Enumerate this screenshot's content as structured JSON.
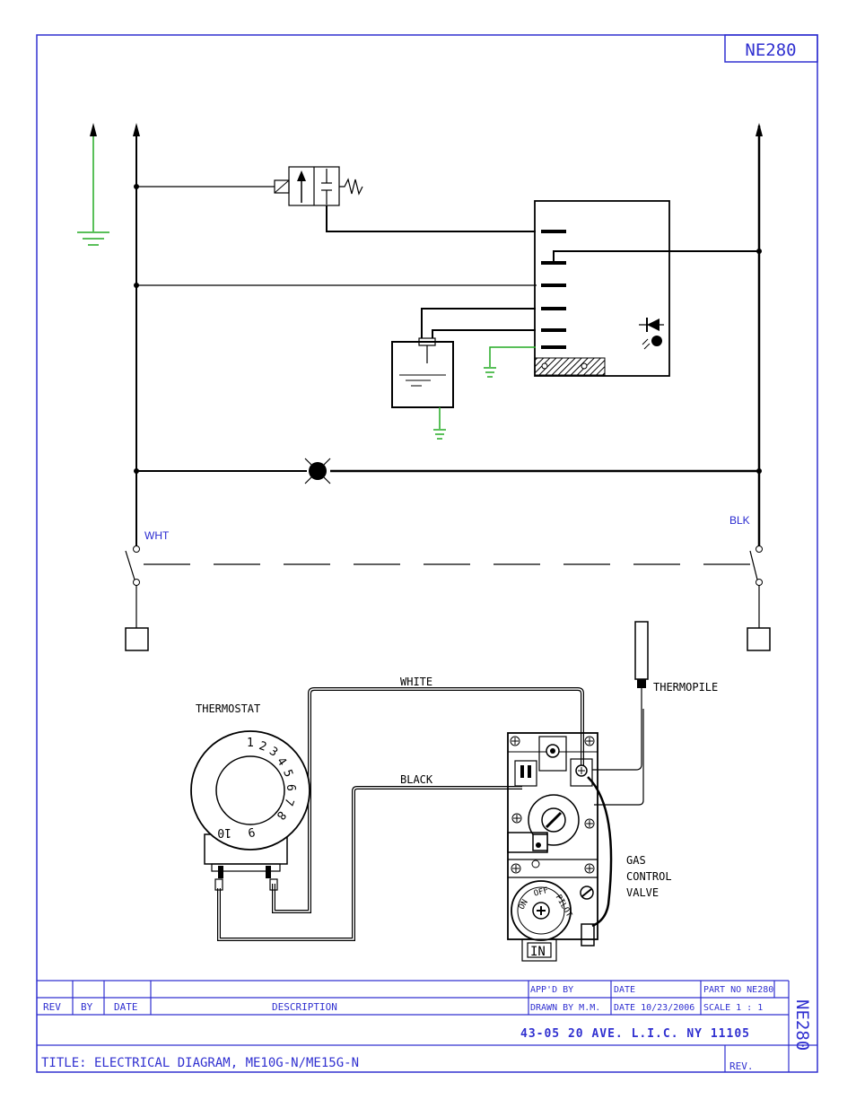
{
  "drawing": {
    "part_code": "NE280",
    "side_code": "NE280"
  },
  "labels": {
    "wht": "WHT",
    "blk": "BLK",
    "white": "WHITE",
    "black": "BLACK",
    "thermostat": "THERMOSTAT",
    "thermopile": "THERMOPILE",
    "gas_line1": "GAS",
    "gas_line2": "CONTROL",
    "gas_line3": "VALVE",
    "in": "IN",
    "dial_numbers": [
      "1",
      "2",
      "3",
      "4",
      "5",
      "6",
      "7",
      "8",
      "9",
      "10"
    ],
    "valve_dial": [
      "ON",
      "OFF",
      "PILOT"
    ]
  },
  "title_block": {
    "rev": "REV",
    "by": "BY",
    "date": "DATE",
    "description": "DESCRIPTION",
    "appd_by": "APP'D BY",
    "date_head": "DATE",
    "part_no": "PART NO NE280",
    "drawn_by": "DRAWN BY M.M.",
    "date_value": "DATE  10/23/2006",
    "scale": "SCALE  1 : 1",
    "address": "43-05  20 AVE. L.I.C.  NY  11105",
    "title": "TITLE: ELECTRICAL DIAGRAM, ME10G-N/ME15G-N",
    "rev_label": "REV."
  },
  "colors": {
    "frame": "#3030d0",
    "ground": "#22aa22",
    "ink": "#000000"
  }
}
